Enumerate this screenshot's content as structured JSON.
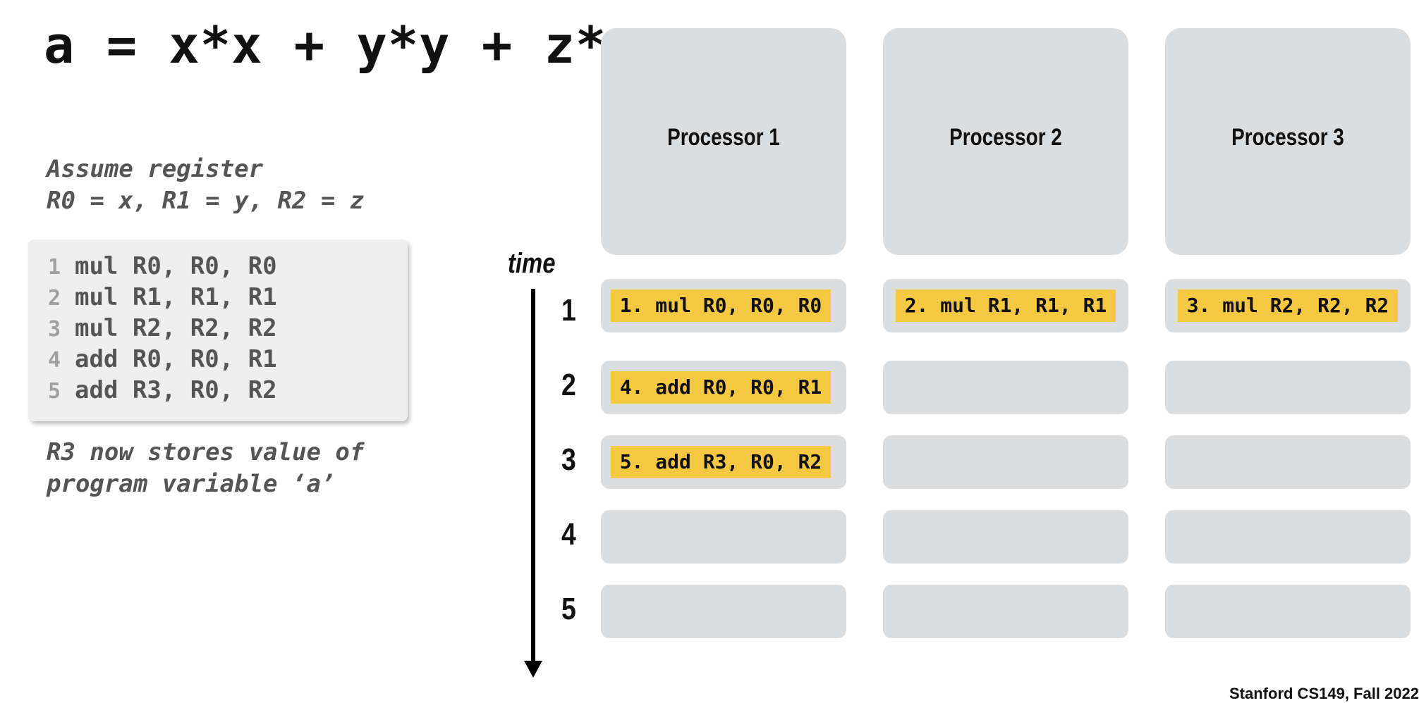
{
  "equation": "a = x*x + y*y + z*z",
  "assume_note": [
    "Assume register",
    "R0 = x, R1 = y, R2 = z"
  ],
  "code": [
    {
      "num": "1",
      "text": "mul R0, R0, R0"
    },
    {
      "num": "2",
      "text": "mul R1, R1, R1"
    },
    {
      "num": "3",
      "text": "mul R2, R2, R2"
    },
    {
      "num": "4",
      "text": "add R0, R0, R1"
    },
    {
      "num": "5",
      "text": "add R3, R0, R2"
    }
  ],
  "result_note": [
    "R3 now stores value of",
    "program variable ‘a’"
  ],
  "time_label": "time",
  "time_steps": [
    "1",
    "2",
    "3",
    "4",
    "5"
  ],
  "processors": [
    {
      "label": "Processor 1",
      "slots": [
        "1. mul R0, R0, R0",
        "4. add R0, R0, R1",
        "5. add R3, R0, R2",
        "",
        ""
      ]
    },
    {
      "label": "Processor 2",
      "slots": [
        "2. mul R1, R1, R1",
        "",
        "",
        "",
        ""
      ]
    },
    {
      "label": "Processor 3",
      "slots": [
        "3. mul R2, R2, R2",
        "",
        "",
        "",
        ""
      ]
    }
  ],
  "footer": "Stanford CS149, Fall 2022",
  "colors": {
    "instruction_highlight": "#f5c842",
    "panel": "#dcdddf",
    "code_box": "#efefef"
  }
}
